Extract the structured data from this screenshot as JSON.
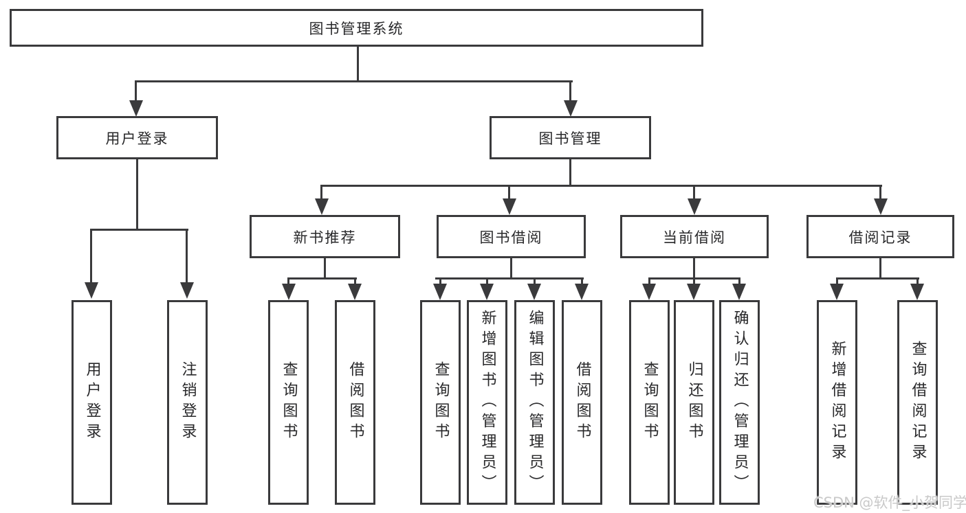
{
  "diagram": {
    "root": "图书管理系统",
    "branches": [
      {
        "label": "用户登录",
        "children": [
          {
            "label": "用户登录"
          },
          {
            "label": "注销登录"
          }
        ]
      },
      {
        "label": "图书管理",
        "groups": [
          {
            "label": "新书推荐",
            "children": [
              {
                "label": "查询图书"
              },
              {
                "label": "借阅图书"
              }
            ]
          },
          {
            "label": "图书借阅",
            "children": [
              {
                "label": "查询图书"
              },
              {
                "label": "新增图书（管理员）"
              },
              {
                "label": "编辑图书（管理员）"
              },
              {
                "label": "借阅图书"
              }
            ]
          },
          {
            "label": "当前借阅",
            "children": [
              {
                "label": "查询图书"
              },
              {
                "label": "归还图书"
              },
              {
                "label": "确认归还（管理员）"
              }
            ]
          },
          {
            "label": "借阅记录",
            "children": [
              {
                "label": "新增借阅记录"
              },
              {
                "label": "查询借阅记录"
              }
            ]
          }
        ]
      }
    ]
  },
  "watermark": "CSDN @软件_小贺同学",
  "colors": {
    "line": "#3a3a3c",
    "text": "#28282a",
    "watermark": "#c9c9c9",
    "background": "#ffffff"
  }
}
